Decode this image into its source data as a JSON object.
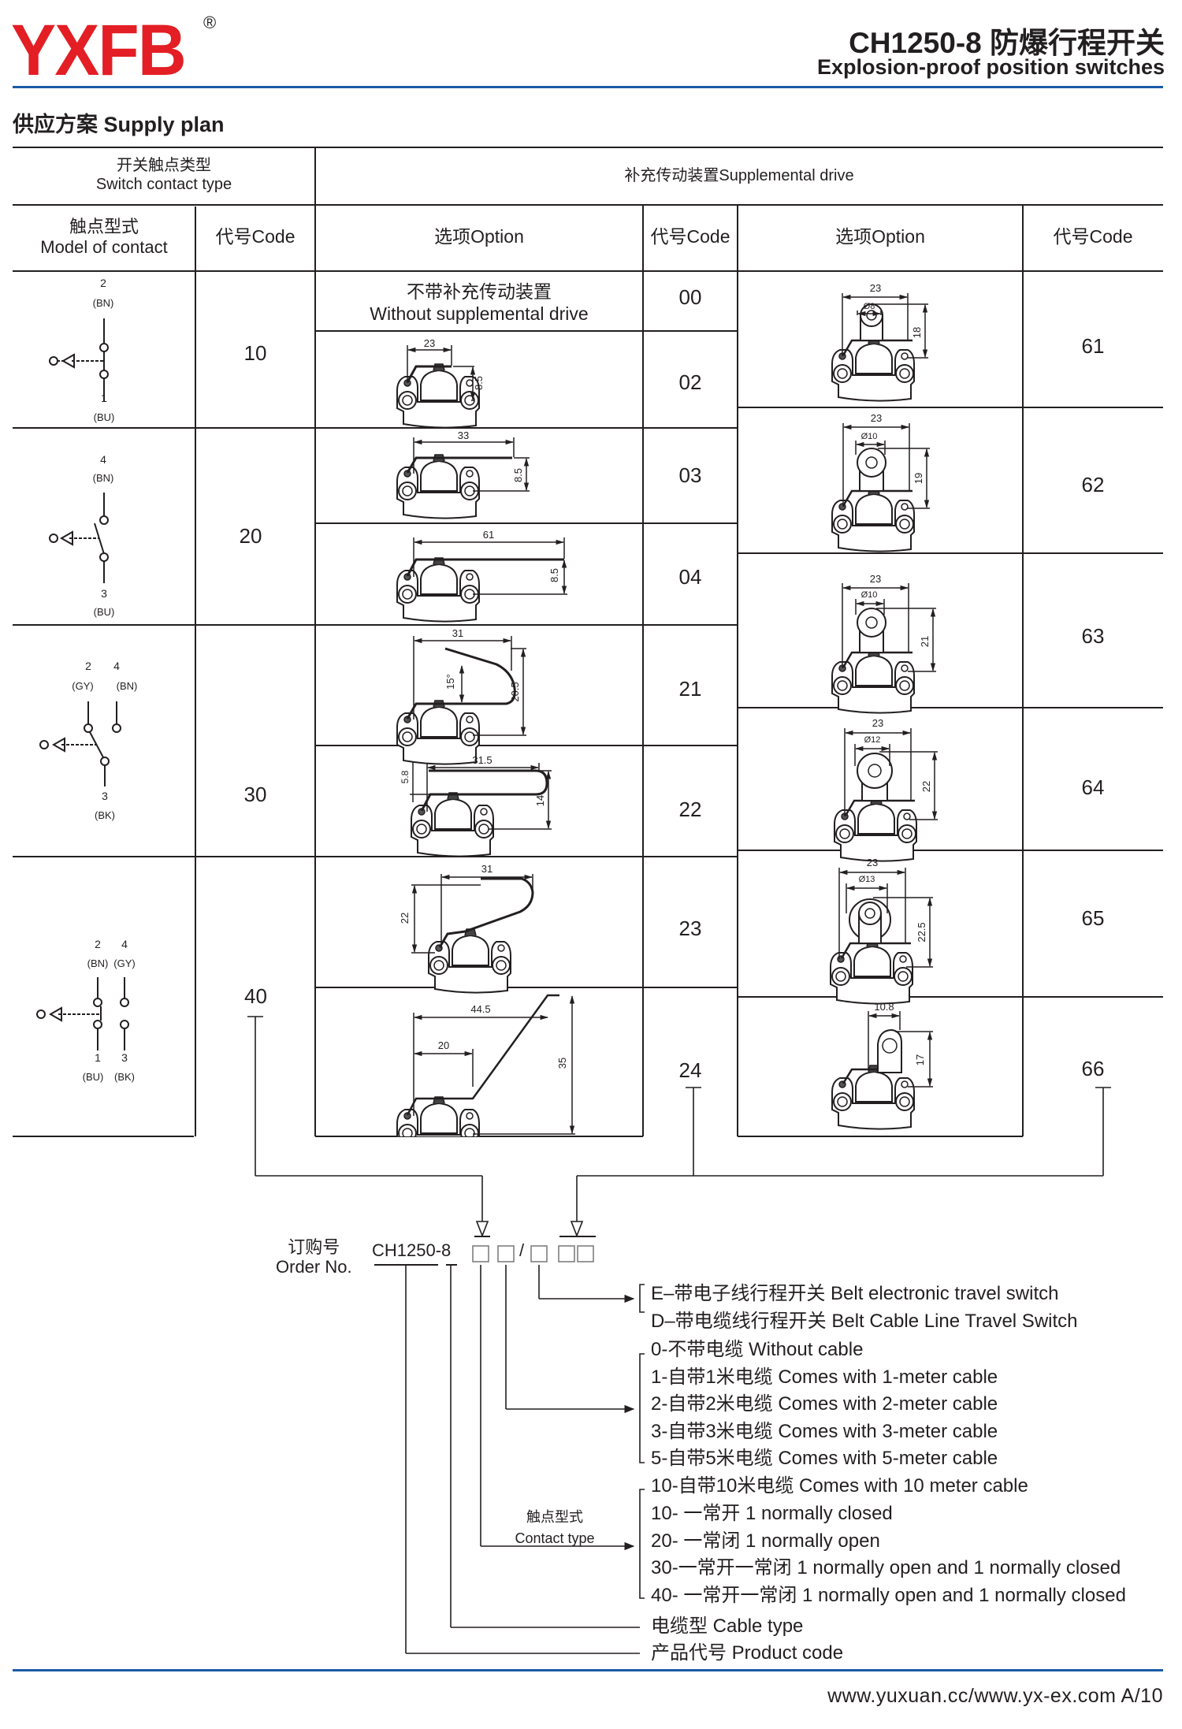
{
  "brand": {
    "logo": "YXFB",
    "registered": "®"
  },
  "header": {
    "title": "CH1250-8  防爆行程开关",
    "subtitle": "Explosion-proof position switches"
  },
  "section_title": "供应方案  Supply plan",
  "table": {
    "group_left": {
      "zh": "开关触点类型",
      "en": "Switch contact type"
    },
    "group_right": "补充传动装置Supplemental drive",
    "col_model": {
      "zh": "触点型式",
      "en": "Model of contact"
    },
    "col_code": "代号Code",
    "col_option": "选项Option",
    "col_code2": "代号Code",
    "col_option2": "选项Option",
    "col_code3": "代号Code",
    "contacts": [
      {
        "code": "10",
        "terminals": [
          {
            "num": "2",
            "color": "(BN)"
          },
          {
            "num": "1",
            "color": "(BU)"
          }
        ],
        "type": "normally-closed"
      },
      {
        "code": "20",
        "terminals": [
          {
            "num": "4",
            "color": "(BN)"
          },
          {
            "num": "3",
            "color": "(BU)"
          }
        ],
        "type": "normally-open"
      },
      {
        "code": "30",
        "terminals": [
          {
            "num": "2",
            "color": "(GY)"
          },
          {
            "num": "4",
            "color": "(BN)"
          },
          {
            "num": "3",
            "color": "(BK)"
          }
        ],
        "type": "changeover"
      },
      {
        "code": "40",
        "terminals": [
          {
            "num": "2",
            "color": "(BN)"
          },
          {
            "num": "4",
            "color": "(GY)"
          },
          {
            "num": "1",
            "color": "(BU)"
          },
          {
            "num": "3",
            "color": "(BK)"
          }
        ],
        "type": "double-break"
      }
    ],
    "drives_mid": [
      {
        "code": "00",
        "label_zh": "不带补充传动装置",
        "label_en": "Without supplemental drive"
      },
      {
        "code": "02",
        "dims": [
          "23",
          "8.5"
        ]
      },
      {
        "code": "03",
        "dims": [
          "33",
          "8.5"
        ]
      },
      {
        "code": "04",
        "dims": [
          "61",
          "8.5"
        ]
      },
      {
        "code": "21",
        "dims": [
          "31",
          "15°",
          "20.5"
        ]
      },
      {
        "code": "22",
        "dims": [
          "31.5",
          "5.8",
          "14"
        ]
      },
      {
        "code": "23",
        "dims": [
          "31",
          "22"
        ]
      },
      {
        "code": "24",
        "dims": [
          "44.5",
          "20",
          "35"
        ]
      }
    ],
    "drives_right": [
      {
        "code": "61",
        "dims": [
          "23",
          "Ø8",
          "18"
        ]
      },
      {
        "code": "62",
        "dims": [
          "23",
          "Ø10",
          "19"
        ]
      },
      {
        "code": "63",
        "dims": [
          "23",
          "Ø10",
          "21"
        ]
      },
      {
        "code": "64",
        "dims": [
          "23",
          "Ø12",
          "22"
        ]
      },
      {
        "code": "65",
        "dims": [
          "23",
          "Ø13",
          "22.5"
        ]
      },
      {
        "code": "66",
        "dims": [
          "10.8",
          "17"
        ]
      }
    ]
  },
  "order": {
    "label_zh": "订购号",
    "label_en": "Order No.",
    "model": "CH1250",
    "suffix": "-8",
    "separator": "/",
    "contact_type_zh": "触点型式",
    "contact_type_en": "Contact type",
    "switch_options": [
      "E–带电子线行程开关 Belt electronic travel switch",
      "D–带电缆线行程开关 Belt Cable Line Travel Switch"
    ],
    "cable_options": [
      "0-不带电缆 Without cable",
      "1-自带1米电缆 Comes with 1-meter cable",
      "2-自带2米电缆 Comes with 2-meter cable",
      "3-自带3米电缆 Comes with 3-meter cable",
      "5-自带5米电缆 Comes with 5-meter cable",
      "10-自带10米电缆 Comes with 10 meter cable"
    ],
    "contact_options": [
      "10- 一常开 1 normally closed",
      "20- 一常闭 1 normally open",
      "30-一常开一常闭 1 normally open and 1 normally closed",
      "40- 一常开一常闭 1 normally open and 1 normally closed"
    ],
    "cable_type": "电缆型 Cable type",
    "product_code": "产品代号 Product code"
  },
  "footer": "www.yuxuan.cc/www.yx-ex.com  A/10"
}
